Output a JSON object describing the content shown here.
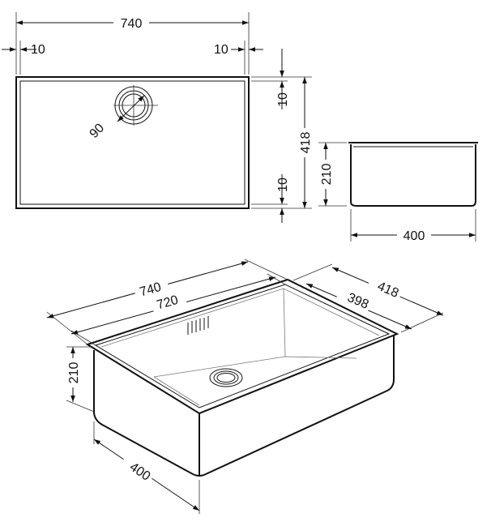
{
  "top_view": {
    "overall_width": "740",
    "left_rim": "10",
    "right_rim": "10",
    "overall_depth": "418",
    "top_rim": "10",
    "bottom_rim": "10",
    "drain_diameter": "90"
  },
  "side_view": {
    "height": "210",
    "width": "400"
  },
  "iso_view": {
    "outer_length": "740",
    "inner_length": "720",
    "outer_depth": "418",
    "inner_depth": "398",
    "height": "210",
    "bowl_width": "400"
  }
}
